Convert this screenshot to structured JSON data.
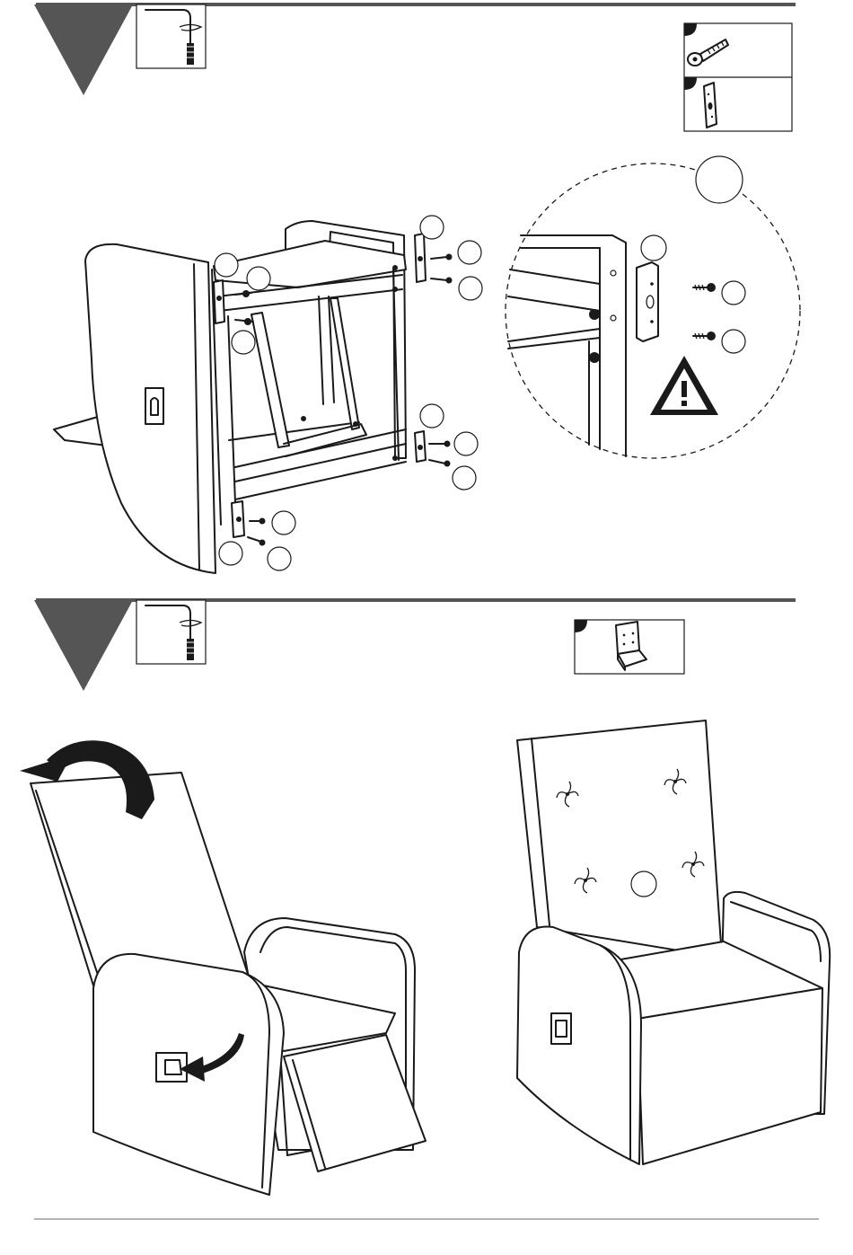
{
  "colors": {
    "line": "#1a1a1a",
    "step_marker": "#555555",
    "rule": "#555555",
    "background": "#ffffff"
  },
  "steps": [
    {
      "tool_icon": "allen-key-icon",
      "parts": [
        "bolt-icon",
        "connector-bracket-icon"
      ],
      "detail_view": true,
      "warning_icon": "warning-triangle-icon",
      "empty_callouts": 15
    },
    {
      "tool_icon": "allen-key-icon",
      "parts": [
        "seat-cushion-icon"
      ],
      "arrows": [
        "rotate-backrest-arrow",
        "lever-arrow"
      ],
      "empty_callouts": 1
    }
  ]
}
